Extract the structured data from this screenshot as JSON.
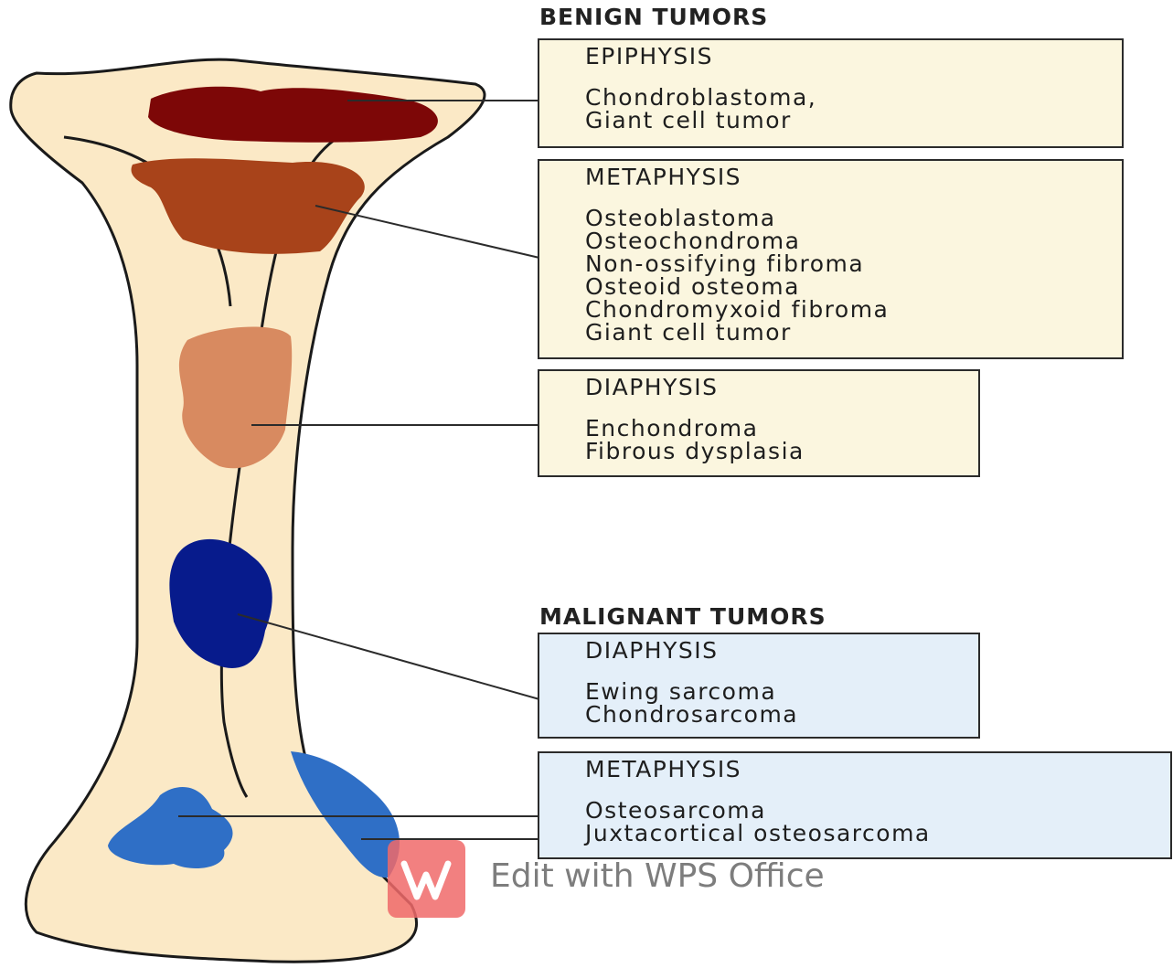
{
  "benign_heading": "BENIGN TUMORS",
  "malignant_heading": "MALIGNANT TUMORS",
  "benign_boxes": [
    {
      "title": "EPIPHYSIS",
      "items": [
        "Chondroblastoma,",
        "Giant cell tumor"
      ]
    },
    {
      "title": "METAPHYSIS",
      "items": [
        "Osteoblastoma",
        "Osteochondroma",
        "Non-ossifying fibroma",
        "Osteoid osteoma",
        "Chondromyxoid fibroma",
        "Giant cell tumor"
      ]
    },
    {
      "title": "DIAPHYSIS",
      "items": [
        "Enchondroma",
        "Fibrous dysplasia"
      ]
    }
  ],
  "malignant_boxes": [
    {
      "title": "DIAPHYSIS",
      "items": [
        "Ewing sarcoma",
        "Chondrosarcoma"
      ]
    },
    {
      "title": "METAPHYSIS",
      "items": [
        "Osteosarcoma",
        "Juxtacortical osteosarcoma"
      ]
    }
  ],
  "colors": {
    "bone": "#fbe9c6",
    "bone_outline": "#1a1a1a",
    "epiphysis_benign": "#7d0707",
    "metaphysis_benign": "#a8431a",
    "diaphysis_benign": "#d88a60",
    "diaphysis_malignant": "#071b8c",
    "metaphysis_malignant": "#2f6fc6",
    "benign_box": "#fbf6df",
    "malignant_box": "#e4eff9"
  },
  "watermark": {
    "text": "Edit with WPS Office",
    "icon": "wps-logo-icon"
  }
}
